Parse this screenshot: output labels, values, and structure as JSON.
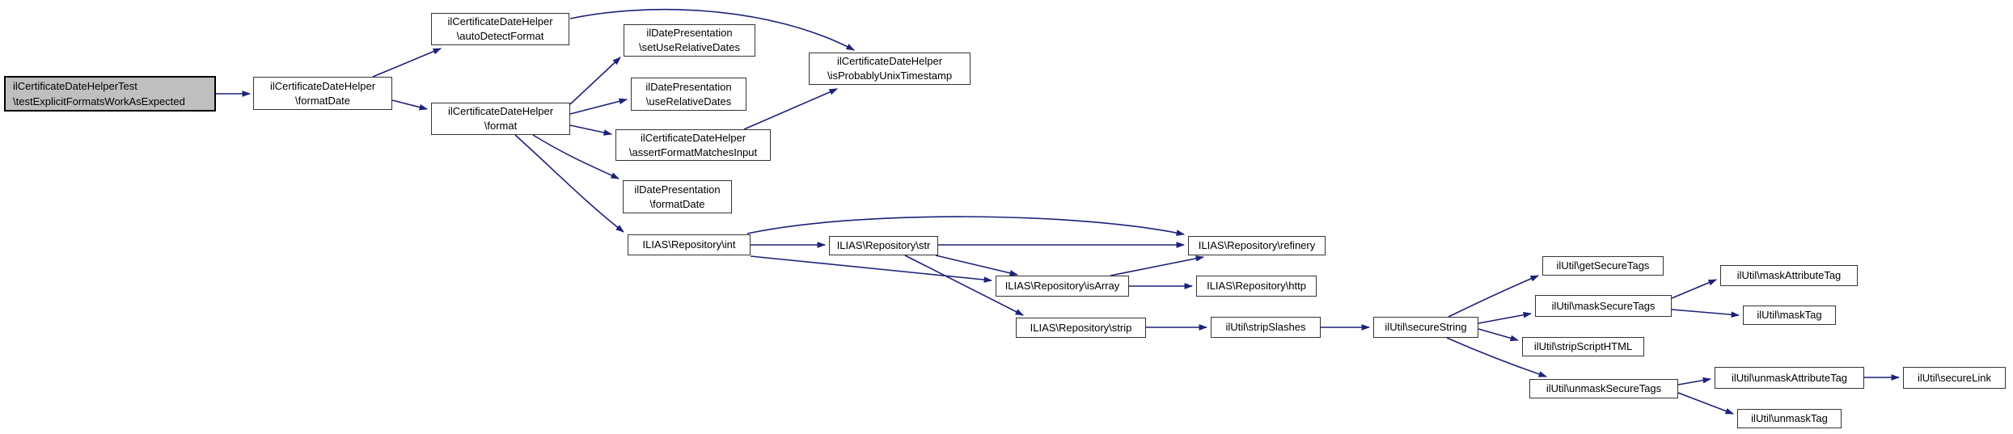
{
  "diagram": {
    "kind": "call-graph",
    "edge_color": "#1d2178",
    "node_fill": "#ffffff",
    "node_border_color": "#343434",
    "highlighted_node_fill": "#bfbfbf",
    "highlighted_node_border_color": "#000000"
  },
  "nodes": [
    {
      "id": "test-explicit-formats-work-as-expected",
      "highlighted": true,
      "lines": [
        "ilCertificateDateHelperTest",
        "\\testExplicitFormatsWorkAsExpected"
      ]
    },
    {
      "id": "format-date",
      "highlighted": false,
      "lines": [
        "ilCertificateDateHelper",
        "\\formatDate"
      ]
    },
    {
      "id": "auto-detect-format",
      "highlighted": false,
      "lines": [
        "ilCertificateDateHelper",
        "\\autoDetectFormat"
      ]
    },
    {
      "id": "format",
      "highlighted": false,
      "lines": [
        "ilCertificateDateHelper",
        "\\format"
      ]
    },
    {
      "id": "set-use-relative-dates",
      "highlighted": false,
      "lines": [
        "ilDatePresentation",
        "\\setUseRelativeDates"
      ]
    },
    {
      "id": "use-relative-dates",
      "highlighted": false,
      "lines": [
        "ilDatePresentation",
        "\\useRelativeDates"
      ]
    },
    {
      "id": "is-probably-unix-timestamp",
      "highlighted": false,
      "lines": [
        "ilCertificateDateHelper",
        "\\isProbablyUnixTimestamp"
      ]
    },
    {
      "id": "assert-format-matches-input",
      "highlighted": false,
      "lines": [
        "ilCertificateDateHelper",
        "\\assertFormatMatchesInput"
      ]
    },
    {
      "id": "il-date-presentation-format-date",
      "highlighted": false,
      "lines": [
        "ilDatePresentation",
        "\\formatDate"
      ]
    },
    {
      "id": "repository-int",
      "highlighted": false,
      "lines": [
        "ILIAS\\Repository\\int"
      ]
    },
    {
      "id": "repository-str",
      "highlighted": false,
      "lines": [
        "ILIAS\\Repository\\str"
      ]
    },
    {
      "id": "repository-is-array",
      "highlighted": false,
      "lines": [
        "ILIAS\\Repository\\isArray"
      ]
    },
    {
      "id": "repository-refinery",
      "highlighted": false,
      "lines": [
        "ILIAS\\Repository\\refinery"
      ]
    },
    {
      "id": "repository-http",
      "highlighted": false,
      "lines": [
        "ILIAS\\Repository\\http"
      ]
    },
    {
      "id": "repository-strip",
      "highlighted": false,
      "lines": [
        "ILIAS\\Repository\\strip"
      ]
    },
    {
      "id": "strip-slashes",
      "highlighted": false,
      "lines": [
        "ilUtil\\stripSlashes"
      ]
    },
    {
      "id": "secure-string",
      "highlighted": false,
      "lines": [
        "ilUtil\\secureString"
      ]
    },
    {
      "id": "get-secure-tags",
      "highlighted": false,
      "lines": [
        "ilUtil\\getSecureTags"
      ]
    },
    {
      "id": "mask-secure-tags",
      "highlighted": false,
      "lines": [
        "ilUtil\\maskSecureTags"
      ]
    },
    {
      "id": "strip-script-html",
      "highlighted": false,
      "lines": [
        "ilUtil\\stripScriptHTML"
      ]
    },
    {
      "id": "unmask-secure-tags",
      "highlighted": false,
      "lines": [
        "ilUtil\\unmaskSecureTags"
      ]
    },
    {
      "id": "mask-attribute-tag",
      "highlighted": false,
      "lines": [
        "ilUtil\\maskAttributeTag"
      ]
    },
    {
      "id": "mask-tag",
      "highlighted": false,
      "lines": [
        "ilUtil\\maskTag"
      ]
    },
    {
      "id": "unmask-attribute-tag",
      "highlighted": false,
      "lines": [
        "ilUtil\\unmaskAttributeTag"
      ]
    },
    {
      "id": "secure-link",
      "highlighted": false,
      "lines": [
        "ilUtil\\secureLink"
      ]
    },
    {
      "id": "unmask-tag",
      "highlighted": false,
      "lines": [
        "ilUtil\\unmaskTag"
      ]
    }
  ],
  "edges": [
    {
      "from": "test-explicit-formats-work-as-expected",
      "to": "format-date"
    },
    {
      "from": "format-date",
      "to": "auto-detect-format"
    },
    {
      "from": "format-date",
      "to": "format"
    },
    {
      "from": "auto-detect-format",
      "to": "is-probably-unix-timestamp"
    },
    {
      "from": "format",
      "to": "set-use-relative-dates"
    },
    {
      "from": "format",
      "to": "use-relative-dates"
    },
    {
      "from": "format",
      "to": "assert-format-matches-input"
    },
    {
      "from": "format",
      "to": "il-date-presentation-format-date"
    },
    {
      "from": "format",
      "to": "repository-int"
    },
    {
      "from": "assert-format-matches-input",
      "to": "is-probably-unix-timestamp"
    },
    {
      "from": "repository-int",
      "to": "repository-str"
    },
    {
      "from": "repository-int",
      "to": "repository-refinery"
    },
    {
      "from": "repository-int",
      "to": "repository-is-array"
    },
    {
      "from": "repository-str",
      "to": "repository-refinery"
    },
    {
      "from": "repository-str",
      "to": "repository-is-array"
    },
    {
      "from": "repository-str",
      "to": "repository-strip"
    },
    {
      "from": "repository-is-array",
      "to": "repository-refinery"
    },
    {
      "from": "repository-is-array",
      "to": "repository-http"
    },
    {
      "from": "repository-strip",
      "to": "strip-slashes"
    },
    {
      "from": "strip-slashes",
      "to": "secure-string"
    },
    {
      "from": "secure-string",
      "to": "get-secure-tags"
    },
    {
      "from": "secure-string",
      "to": "mask-secure-tags"
    },
    {
      "from": "secure-string",
      "to": "strip-script-html"
    },
    {
      "from": "secure-string",
      "to": "unmask-secure-tags"
    },
    {
      "from": "mask-secure-tags",
      "to": "mask-attribute-tag"
    },
    {
      "from": "mask-secure-tags",
      "to": "mask-tag"
    },
    {
      "from": "unmask-secure-tags",
      "to": "unmask-attribute-tag"
    },
    {
      "from": "unmask-secure-tags",
      "to": "unmask-tag"
    },
    {
      "from": "unmask-attribute-tag",
      "to": "secure-link"
    }
  ]
}
